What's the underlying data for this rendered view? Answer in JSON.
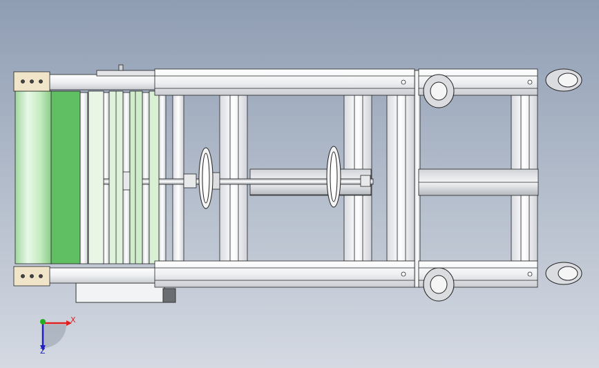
{
  "view": {
    "title": "",
    "background_top": "#8f9db3",
    "background_bottom": "#d4d9e2"
  },
  "model": {
    "components": [
      "conveyor-belt",
      "side-rail-top",
      "side-rail-bottom",
      "aluminum-profile-frame",
      "lead-screw",
      "handwheel",
      "caster-wheel",
      "motor"
    ]
  },
  "triad": {
    "x_label": "X",
    "z_label": "Z",
    "y_label": "",
    "x_color": "#e02020",
    "y_color": "#20b020",
    "z_color": "#2020c0"
  }
}
